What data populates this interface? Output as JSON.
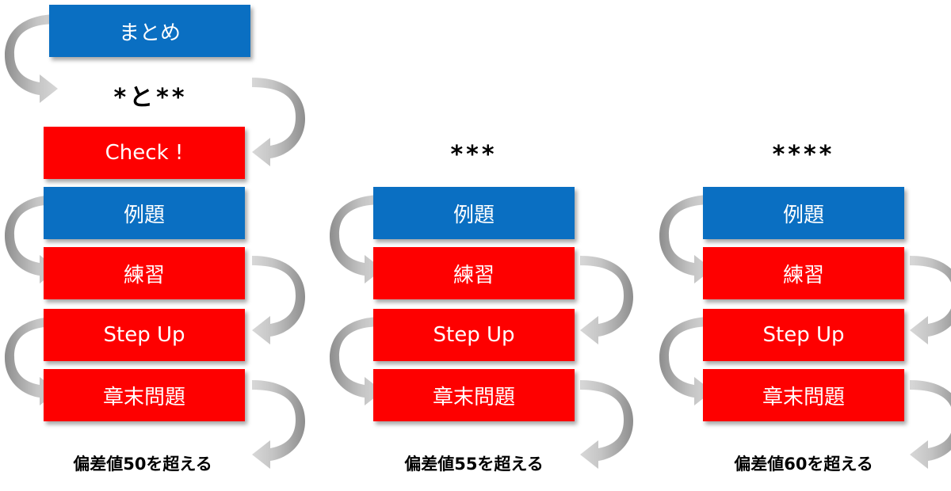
{
  "columns": [
    {
      "top_box": "まとめ",
      "top_label": "*と**",
      "check_box": "Check !",
      "boxes": [
        "例題",
        "練習",
        "Step Up",
        "章末問題"
      ],
      "caption": "偏差値50を超える"
    },
    {
      "top_label": "***",
      "boxes": [
        "例題",
        "練習",
        "Step Up",
        "章末問題"
      ],
      "caption": "偏差値55を超える"
    },
    {
      "top_label": "****",
      "boxes": [
        "例題",
        "練習",
        "Step Up",
        "章末問題"
      ],
      "caption": "偏差値60を超える"
    }
  ],
  "colors": {
    "blue_box": "#0a6fc2",
    "red_box": "#fe0000",
    "arrow": "#b8b8b8"
  }
}
